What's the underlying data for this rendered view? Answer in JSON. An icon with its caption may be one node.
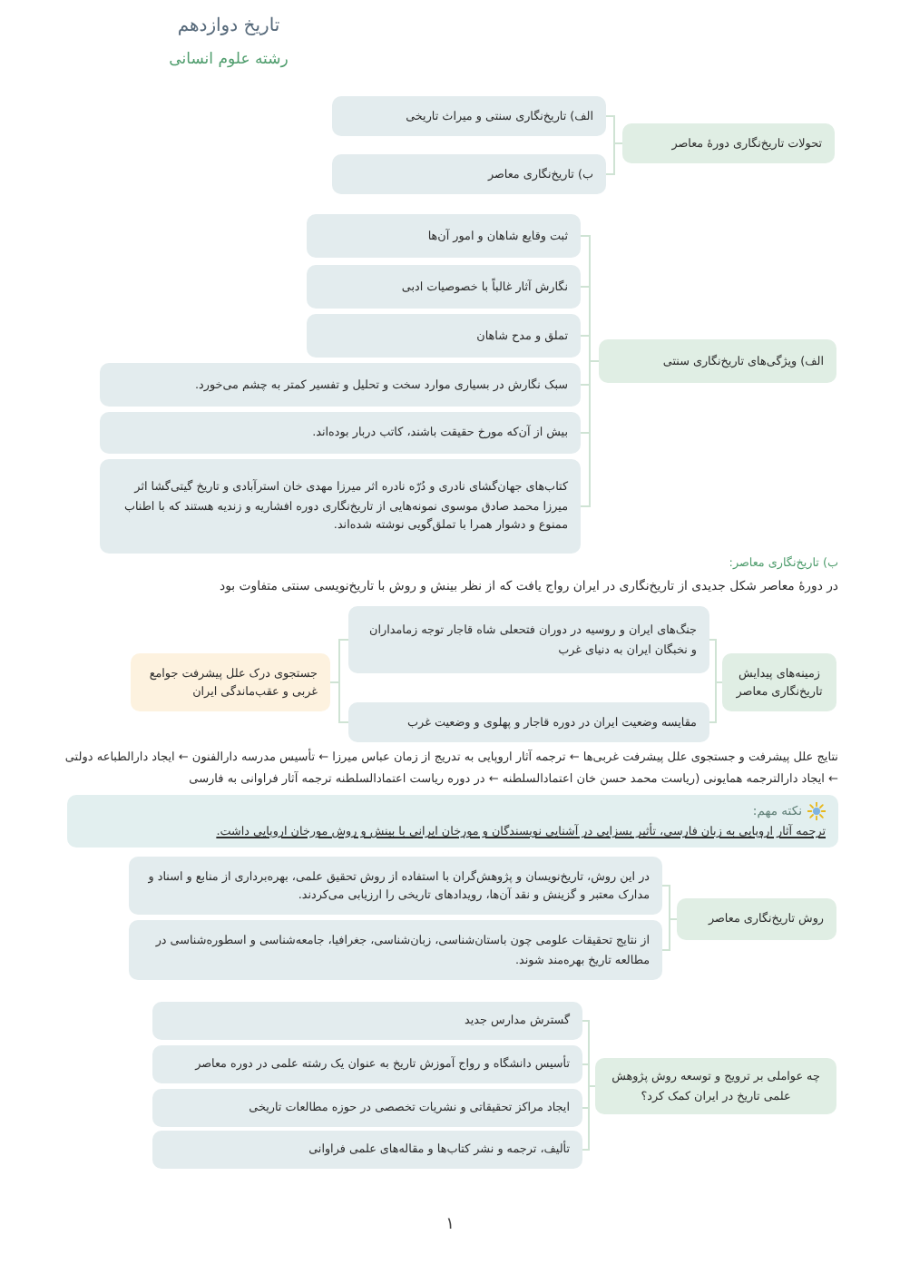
{
  "diagram": {
    "title": "تاریخ دوازدهم",
    "nodes": [
      {
        "text": [
          "تحولات تاریخ‌نگاری دورهٔ معاصر"
        ]
      },
      {
        "text": [
          "الف) تاریخ‌نگاری سنتی و میراث تاریخی"
        ]
      },
      {
        "text": [
          "ب) تاریخ‌نگاری معاصر"
        ]
      },
      {
        "text": [
          "الف) ویژگی‌های تاریخ‌نگاری سنتی"
        ]
      },
      {
        "text": [
          "ثبت وقایع شاهان و امور آن‌ها"
        ]
      },
      {
        "text": [
          "نگارش آثار غالباً با خصوصیات ادبی"
        ]
      },
      {
        "text": [
          "تملق و مدح شاهان"
        ]
      },
      {
        "text": [
          "سبک نگارش در بسیاری موارد سخت و تحلیل و تفسیر کمتر به چشم می‌خورد."
        ]
      },
      {
        "text": [
          "بیش از آن‌که مورخ حقیقت باشند، کاتب دربار بوده‌اند."
        ]
      },
      {
        "text": [
          "کتاب‌های جهان‌گشای نادری و دُرّه نادره اثر میرزا مهدی خان استرآبادی و تاریخ گیتی‌گشا اثر میرزا محمد صادق موسوی نمونه‌هایی از تاریخ‌نگاری دوره افشاریه و زندیه هستند که با اطناب ممنوع و دشوار همرا با تملق‌گویی نوشته شده‌اند."
        ]
      },
      {
        "text": [
          "زمینه‌های پیدایش تاریخ‌نگاری معاصر"
        ]
      },
      {
        "text": [
          "جنگ‌های ایران و روسیه در دوران فتحعلی شاه قاجار توجه زمامداران و نخبگان ایران به دنیای غرب"
        ]
      },
      {
        "text": [
          "مقایسه وضعیت ایران در دوره قاجار و پهلوی و وضعیت غرب"
        ]
      },
      {
        "text": [
          "جستجوی درک علل پیشرفت جوامع غربی و عقب‌ماندگی ایران"
        ]
      },
      {
        "text": [
          "نکته مهم:",
          "ترجمه آثار اروپایی به زبان فارسی، تأثیر بسزایی در آشنایی نویسندگان و مورخان ایرانی با بینش و روش مورخان اروپایی داشت."
        ]
      },
      {
        "text": [
          "روش تاریخ‌نگاری معاصر"
        ]
      },
      {
        "text": [
          "در این روش، تاریخ‌نویسان و پژوهش‌گران با استفاده از روش تحقیق علمی، بهره‌برداری از منابع و اسناد و مدارک معتبر و گزینش و نقد آن‌ها، رویدادهای تاریخی را ارزیابی می‌کردند."
        ]
      },
      {
        "text": [
          "از نتایج تحقیقات علومی چون باستان‌شناسی، زبان‌شناسی، جغرافیا، جامعه‌شناسی و اسطوره‌شناسی در مطالعه تاریخ بهره‌مند شوند."
        ]
      },
      {
        "text": [
          "چه عواملی بر ترویج و توسعه روش پژوهش علمی تاریخ در ایران کمک کرد؟"
        ]
      },
      {
        "text": [
          "گسترش مدارس جدید"
        ]
      },
      {
        "text": [
          "تأسیس دانشگاه و رواج آموزش تاریخ به عنوان یک رشته علمی در دوره معاصر"
        ]
      },
      {
        "text": [
          "ایجاد مراکز تحقیقاتی و نشریات تخصصی در حوزه مطالعات تاریخی"
        ]
      },
      {
        "text": [
          "تألیف، ترجمه و نشر کتاب‌ها و مقاله‌های علمی فراوانی"
        ]
      }
    ],
    "edges": [
      {
        "from": 0,
        "to": 1,
        "arrow": "none"
      },
      {
        "from": 0,
        "to": 2,
        "arrow": "none"
      },
      {
        "from": 3,
        "to": 4,
        "arrow": "none"
      },
      {
        "from": 3,
        "to": 5,
        "arrow": "none"
      },
      {
        "from": 3,
        "to": 6,
        "arrow": "none"
      },
      {
        "from": 3,
        "to": 7,
        "arrow": "none"
      },
      {
        "from": 3,
        "to": 8,
        "arrow": "none"
      },
      {
        "from": 3,
        "to": 9,
        "arrow": "none"
      },
      {
        "from": 10,
        "to": 11,
        "arrow": "none"
      },
      {
        "from": 10,
        "to": 12,
        "arrow": "none"
      },
      {
        "from": 11,
        "to": 13,
        "arrow": "none"
      },
      {
        "from": 12,
        "to": 13,
        "arrow": "none"
      },
      {
        "from": 15,
        "to": 16,
        "arrow": "none"
      },
      {
        "from": 15,
        "to": 17,
        "arrow": "none"
      },
      {
        "from": 18,
        "to": 19,
        "arrow": "none"
      },
      {
        "from": 18,
        "to": 20,
        "arrow": "none"
      },
      {
        "from": 18,
        "to": 21,
        "arrow": "none"
      },
      {
        "from": 18,
        "to": 22,
        "arrow": "none"
      }
    ],
    "labels": [
      "رشته علوم انسانی",
      "ب) تاریخ‌نگاری معاصر:",
      "در دورهٔ معاصر شکل جدیدی از تاریخ‌نگاری در ایران رواج یافت که از نظر بینش و روش با تاریخ‌نویسی سنتی متفاوت بود",
      "نتایج علل پیشرفت و جستجوی علل پیشرفت غربی‌ها ← ترجمه آثار اروپایی به تدریج از زمان عباس میرزا ← تأسیس مدرسه دارالفنون ← ایجاد دارالطباعه دولتی ← ایجاد دارالترجمه همایونی (ریاست محمد حسن خان اعتمادالسلطنه ← در دوره ریاست اعتمادالسلطنه ترجمه آثار فراوانی به فارسی",
      "۱"
    ]
  }
}
